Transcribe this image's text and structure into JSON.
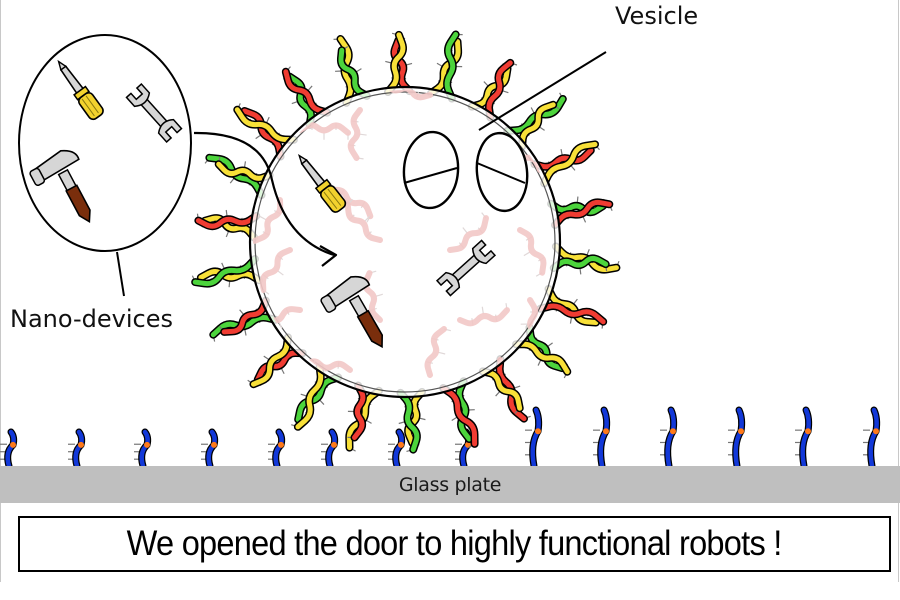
{
  "labels": {
    "vesicle": "Vesicle",
    "nano_devices": "Nano-devices",
    "glass_plate": "Glass plate"
  },
  "banner": {
    "text": "We opened the door to highly functional robots !"
  },
  "colors": {
    "strand_red": "#f03c32",
    "strand_yellow": "#f8e038",
    "strand_green": "#4cd43c",
    "anchor_blue": "#1238d8",
    "anchor_dot": "#ff7a1a",
    "glass": "#bfbfbf",
    "tool_metal": "#d6d6d6",
    "screwdriver_handle": "#f2d22e",
    "hammer_handle": "#7a2e0c",
    "inner_strand": "#f2c8c6"
  },
  "diagram": {
    "components": [
      {
        "name": "nano-device-pool",
        "icons": [
          "screwdriver-icon",
          "wrench-icon",
          "hammer-icon"
        ]
      },
      {
        "name": "vesicle",
        "icons": [
          "screwdriver-icon",
          "hammer-icon",
          "wrench-icon",
          "eye-icon",
          "eye-icon"
        ]
      },
      {
        "name": "glass-plate",
        "anchors": 14
      }
    ],
    "strand_colors_cycle": [
      "red",
      "yellow",
      "green",
      "yellow",
      "red",
      "green",
      "yellow",
      "red",
      "yellow",
      "green"
    ],
    "outer_strand_count": 44
  }
}
